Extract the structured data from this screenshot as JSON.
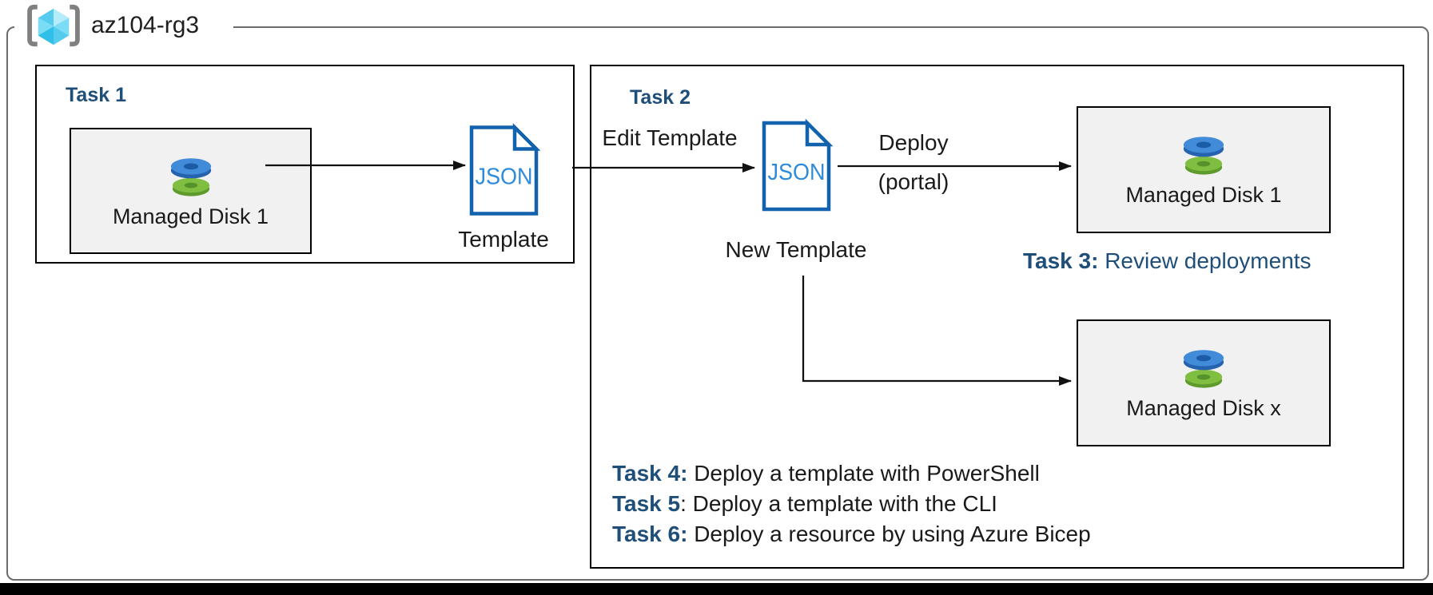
{
  "resource_group": {
    "name": "az104-rg3"
  },
  "task1": {
    "title": "Task 1",
    "disk_label": "Managed Disk 1",
    "template_file_type": "JSON",
    "template_label": "Template"
  },
  "flow": {
    "edit_template_label": "Edit Template",
    "deploy_label_line1": "Deploy",
    "deploy_label_line2": "(portal)"
  },
  "task2": {
    "title": "Task 2",
    "new_template_file_type": "JSON",
    "new_template_label": "New Template",
    "disk1_label": "Managed Disk 1",
    "disk_x_label": "Managed Disk x",
    "task3_bold": "Task 3:",
    "task3_text": " Review deployments",
    "tasks": [
      {
        "bold": "Task 4:",
        "text": " Deploy a template with PowerShell"
      },
      {
        "bold": "Task 5",
        "text": ": Deploy a template with the CLI"
      },
      {
        "bold": "Task 6:",
        "text": " Deploy a resource by using Azure Bicep"
      }
    ]
  },
  "colors": {
    "navy": "#1F4E79",
    "ink": "#1A1A1A",
    "line": "#111111",
    "boundary_gray": "#6B6B6B",
    "box_fill": "#F1F1F1",
    "json_stroke": "#1262AE",
    "json_text": "#2F8BD9",
    "disk_blue_top": "#418BD9",
    "disk_blue_side": "#2563AE",
    "disk_blue_hole": "#1A5CA6",
    "disk_green_top": "#7FBE41",
    "disk_green_side": "#5E9A2C",
    "disk_green_hole": "#55922A",
    "bracket_gray": "#808080",
    "cube_light": "#B4EDF9",
    "cube_mid": "#55CBEE",
    "cube_dark": "#2FBFE8",
    "cube_bright": "#7BDCF5"
  }
}
